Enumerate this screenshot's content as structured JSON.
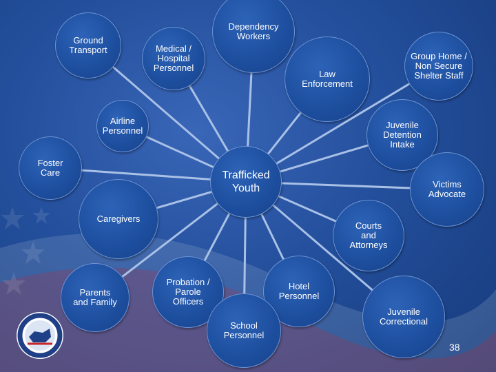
{
  "diagram": {
    "center": "Trafficked\nYouth",
    "nodes": [
      {
        "id": "ground-transport",
        "label": "Ground\nTransport"
      },
      {
        "id": "medical-hospital-personnel",
        "label": "Medical /\nHospital\nPersonnel"
      },
      {
        "id": "dependency-workers",
        "label": "Dependency\nWorkers"
      },
      {
        "id": "law-enforcement",
        "label": "Law\nEnforcement"
      },
      {
        "id": "group-home-staff",
        "label": "Group Home /\nNon Secure\nShelter Staff"
      },
      {
        "id": "airline-personnel",
        "label": "Airline\nPersonnel"
      },
      {
        "id": "juvenile-detention-intake",
        "label": "Juvenile\nDetention\nIntake"
      },
      {
        "id": "foster-care",
        "label": "Foster\nCare"
      },
      {
        "id": "victims-advocate",
        "label": "Victims\nAdvocate"
      },
      {
        "id": "caregivers",
        "label": "Caregivers"
      },
      {
        "id": "courts-attorneys",
        "label": "Courts\nand\nAttorneys"
      },
      {
        "id": "parents-family",
        "label": "Parents\nand Family"
      },
      {
        "id": "probation-parole-officers",
        "label": "Probation /\nParole\nOfficers"
      },
      {
        "id": "hotel-personnel",
        "label": "Hotel\nPersonnel"
      },
      {
        "id": "juvenile-correctional",
        "label": "Juvenile\nCorrectional"
      },
      {
        "id": "school-personnel",
        "label": "School\nPersonnel"
      }
    ]
  },
  "slide": {
    "page_number": "38"
  },
  "colors": {
    "background": "#234f9c",
    "node_fill": "#1d4e9e",
    "connector": "#a9c1e6",
    "text": "#ffffff"
  }
}
